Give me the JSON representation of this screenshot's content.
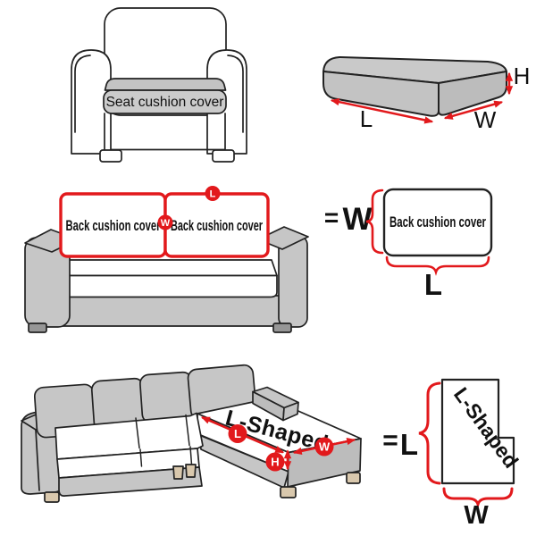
{
  "palette": {
    "red": "#e2191c",
    "outline": "#222222",
    "gray_light": "#c9c9c9",
    "gray_mid": "#c3c3c3",
    "gray_dark": "#bcbcbc",
    "gray_sofa": "#c6c6c6",
    "foot_tan": "#d9c8ad",
    "foot_dark": "#969696",
    "text": "#111111",
    "white": "#ffffff"
  },
  "armchair": {
    "seat_cushion_label": "Seat cushion cover"
  },
  "seat_cushion_diagram": {
    "length_label": "L",
    "width_label": "W",
    "height_label": "H"
  },
  "sofa_back": {
    "left_cushion_label": "Back cushion cover",
    "right_cushion_label": "Back cushion cover",
    "length_badge": "L",
    "width_badge": "W"
  },
  "back_cover_equation": {
    "equals_sign": "=",
    "width_label": "W",
    "box_label": "Back cushion cover",
    "length_label": "L"
  },
  "sectional": {
    "surface_label": "L-Shaped",
    "length_badge": "L",
    "width_badge": "W",
    "height_badge": "H"
  },
  "lshape_equation": {
    "equals_sign": "=",
    "length_label": "L",
    "shape_label": "L-Shaped",
    "width_label": "W"
  }
}
